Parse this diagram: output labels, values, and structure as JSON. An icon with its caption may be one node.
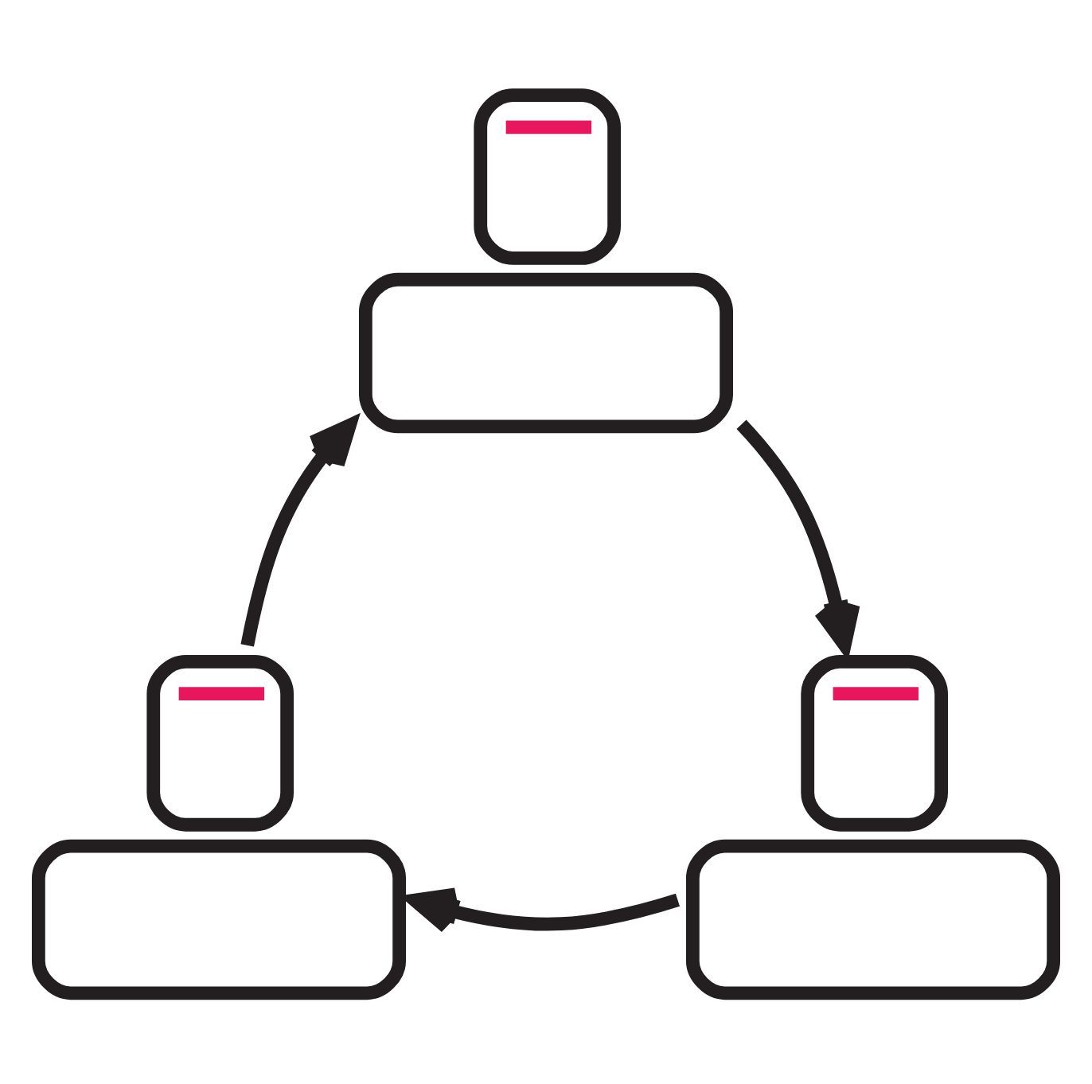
{
  "diagram": {
    "nodes": [
      {
        "text": [],
        "shape": "person"
      },
      {
        "text": [],
        "shape": "person"
      },
      {
        "text": [],
        "shape": "person"
      }
    ],
    "edges": [
      {
        "from": 0,
        "to": 1,
        "arrow": "to"
      },
      {
        "from": 1,
        "to": 2,
        "arrow": "to"
      },
      {
        "from": 2,
        "to": 0,
        "arrow": "to"
      }
    ]
  }
}
